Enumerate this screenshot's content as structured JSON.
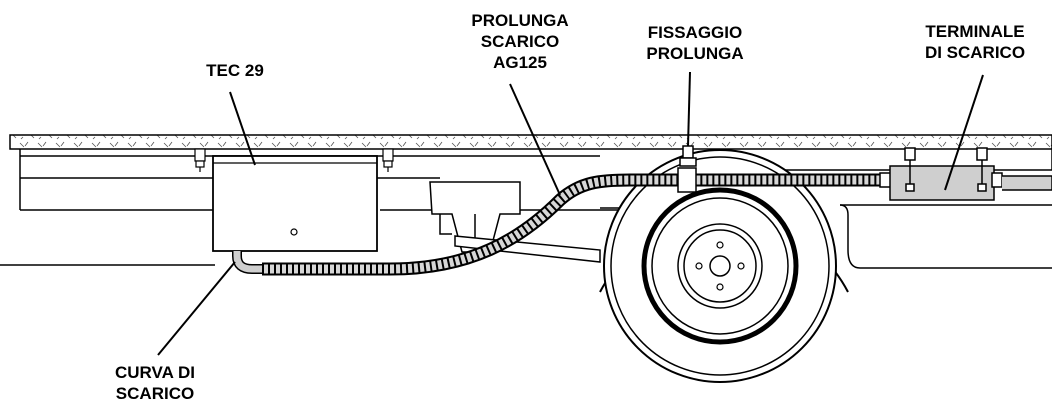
{
  "labels": {
    "tec": "TEC 29",
    "prolunga": [
      "PROLUNGA",
      "SCARICO",
      "AG125"
    ],
    "fissaggio": [
      "FISSAGGIO",
      "PROLUNGA"
    ],
    "terminale": [
      "TERMINALE",
      "DI SCARICO"
    ],
    "curva": [
      "CURVA DI",
      "SCARICO"
    ]
  },
  "colors": {
    "stroke": "#000000",
    "hose_fill": "#cfcfcf",
    "muffler_fill": "#cfcfcf"
  }
}
